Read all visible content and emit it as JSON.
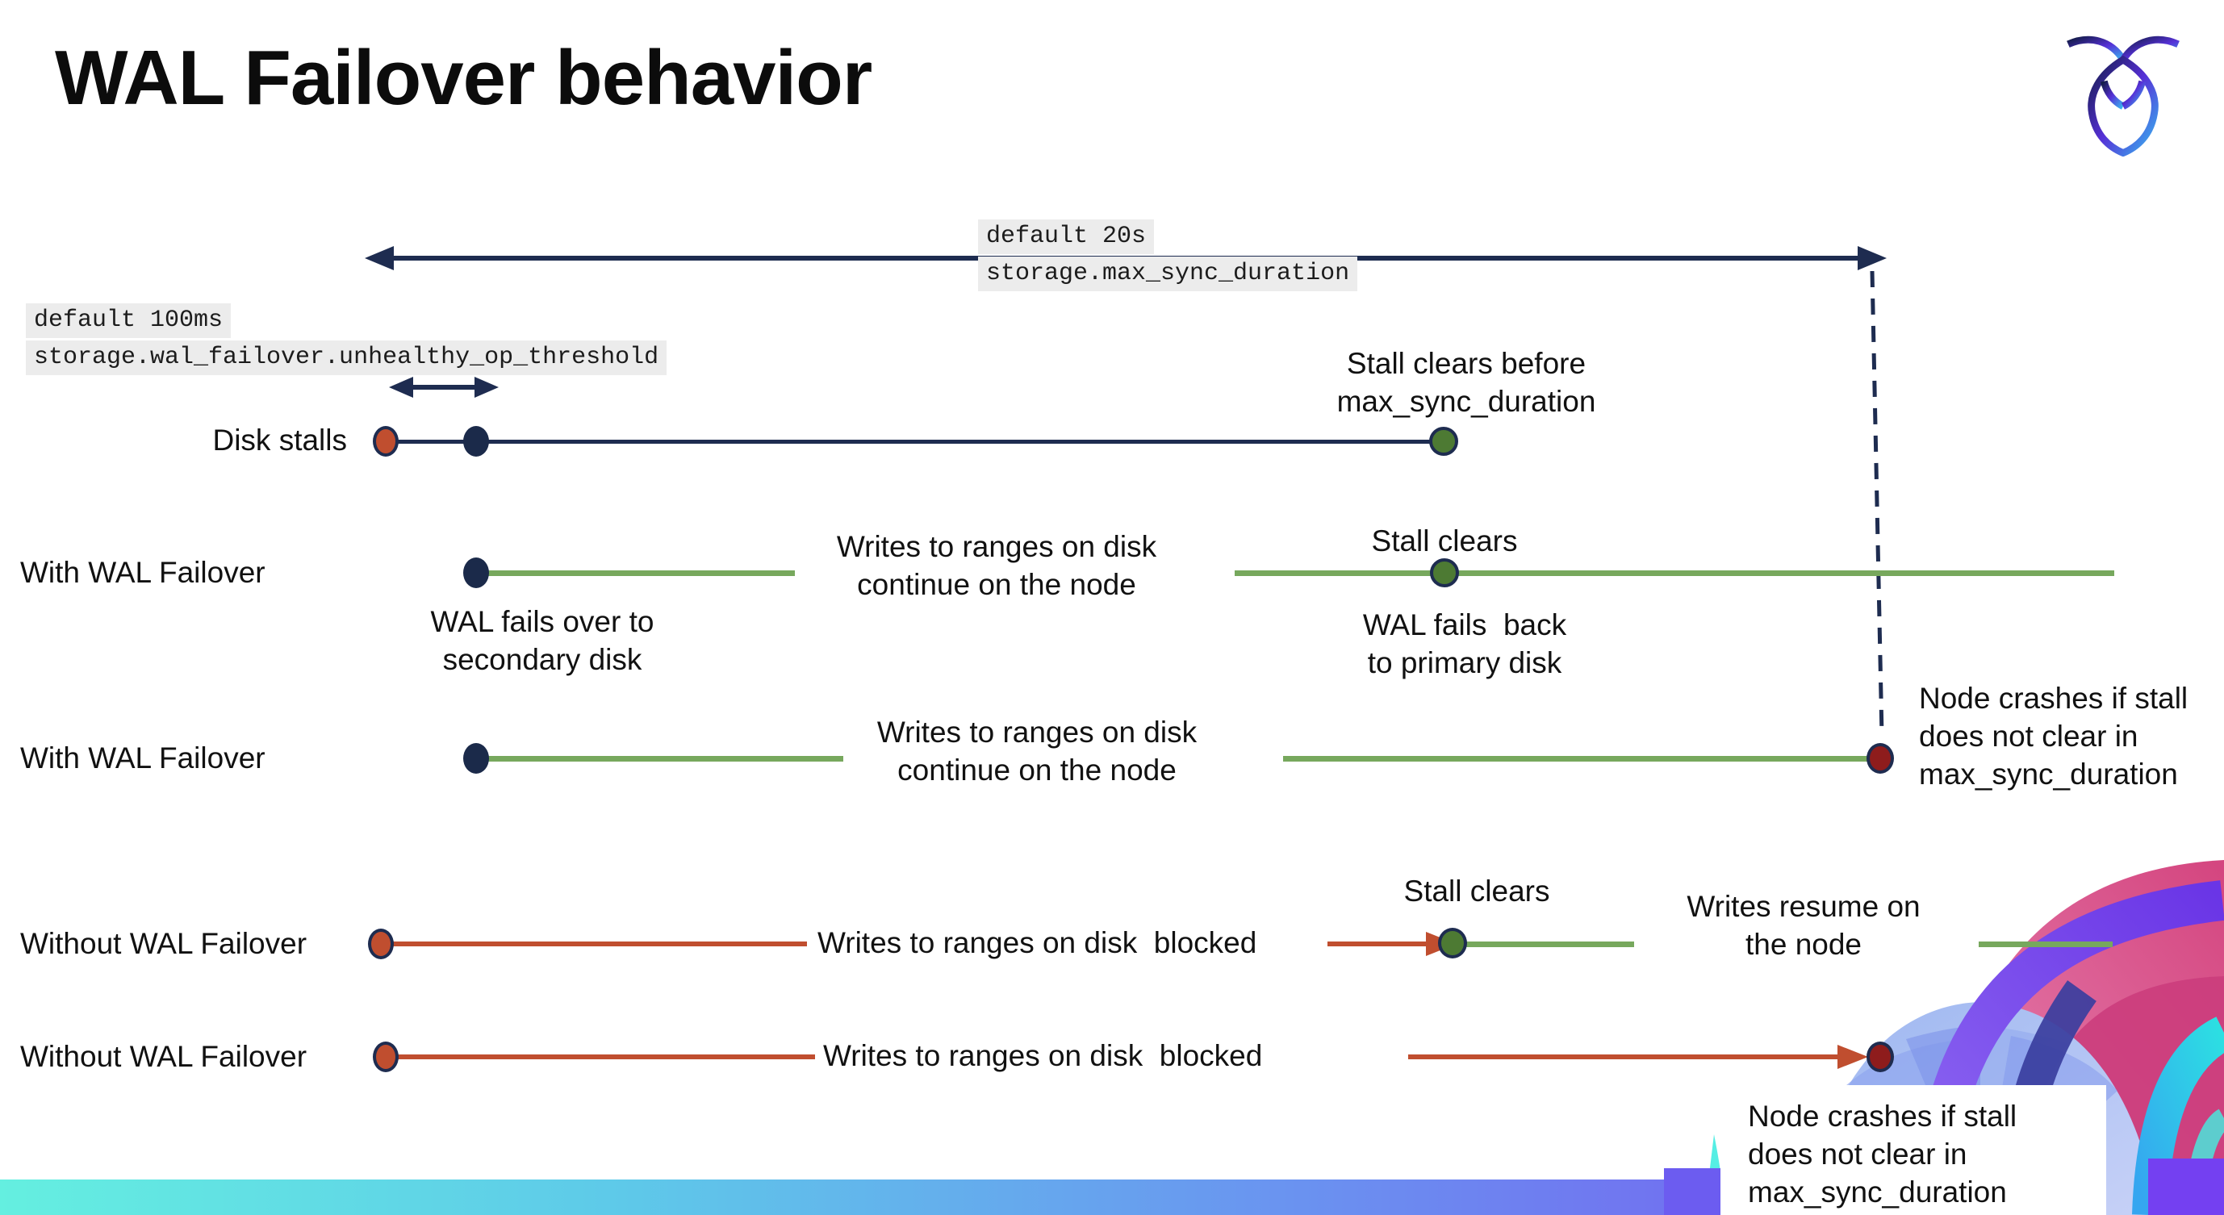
{
  "header": {
    "title": "WAL Failover behavior",
    "logo": "cockroachdb-logo"
  },
  "settings": {
    "max_sync_duration": {
      "default_label": "default 20s",
      "setting_name": "storage.max_sync_duration"
    },
    "unhealthy_op_threshold": {
      "default_label": "default 100ms",
      "setting_name": "storage.wal_failover.unhealthy_op_threshold"
    }
  },
  "rows": {
    "disk_stalls": {
      "label": "Disk stalls",
      "stall_clears_note": "Stall clears before\nmax_sync_duration"
    },
    "with_wal_failover_clears": {
      "label": "With WAL Failover",
      "failover_note": "WAL fails over to\nsecondary disk",
      "writes_note": "Writes to ranges on disk\ncontinue on the node",
      "stall_clears_note": "Stall clears",
      "failback_note": "WAL fails  back\nto primary disk"
    },
    "with_wal_failover_crash": {
      "label": "With WAL Failover",
      "writes_note": "Writes to ranges on disk\ncontinue on the node",
      "crash_note": "Node crashes if stall\ndoes not clear in\nmax_sync_duration"
    },
    "without_wal_failover_clears": {
      "label": "Without WAL Failover",
      "writes_note": "Writes to ranges on disk  blocked",
      "stall_clears_note": "Stall clears",
      "resume_note": "Writes resume on\nthe node"
    },
    "without_wal_failover_crash": {
      "label": "Without WAL Failover",
      "writes_note": "Writes to ranges on disk  blocked",
      "crash_note": "Node crashes if stall\ndoes not clear in\nmax_sync_duration"
    }
  },
  "colors": {
    "navy": "#1e2c50",
    "green_line": "#77a85d",
    "green_dot": "#4d7a33",
    "red": "#c04e2f",
    "dark_red": "#8e1c1c",
    "code_chip_bg": "#ececec",
    "bar_gradient_start": "#64efe0",
    "bar_gradient_end": "#7a45f1"
  }
}
